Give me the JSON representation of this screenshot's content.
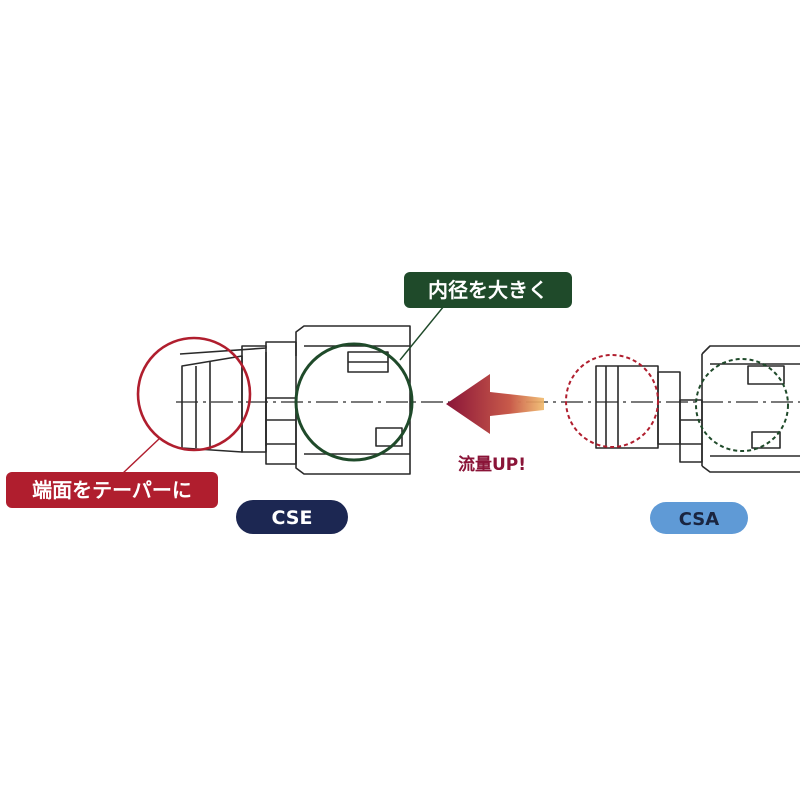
{
  "callouts": {
    "inner_diameter": "内径を大きく",
    "end_taper": "端面をテーパーに"
  },
  "arrow_label": "流量UP!",
  "models": {
    "new": "CSE",
    "old": "CSA"
  },
  "colors": {
    "red": "#b01e2e",
    "green": "#1f4a2a",
    "navy": "#1c2752",
    "light_blue": "#5f9ad6",
    "arrow_maroon": "#8a1438",
    "arrow_tail": "#e8a35a",
    "line": "#2a2a2a"
  }
}
